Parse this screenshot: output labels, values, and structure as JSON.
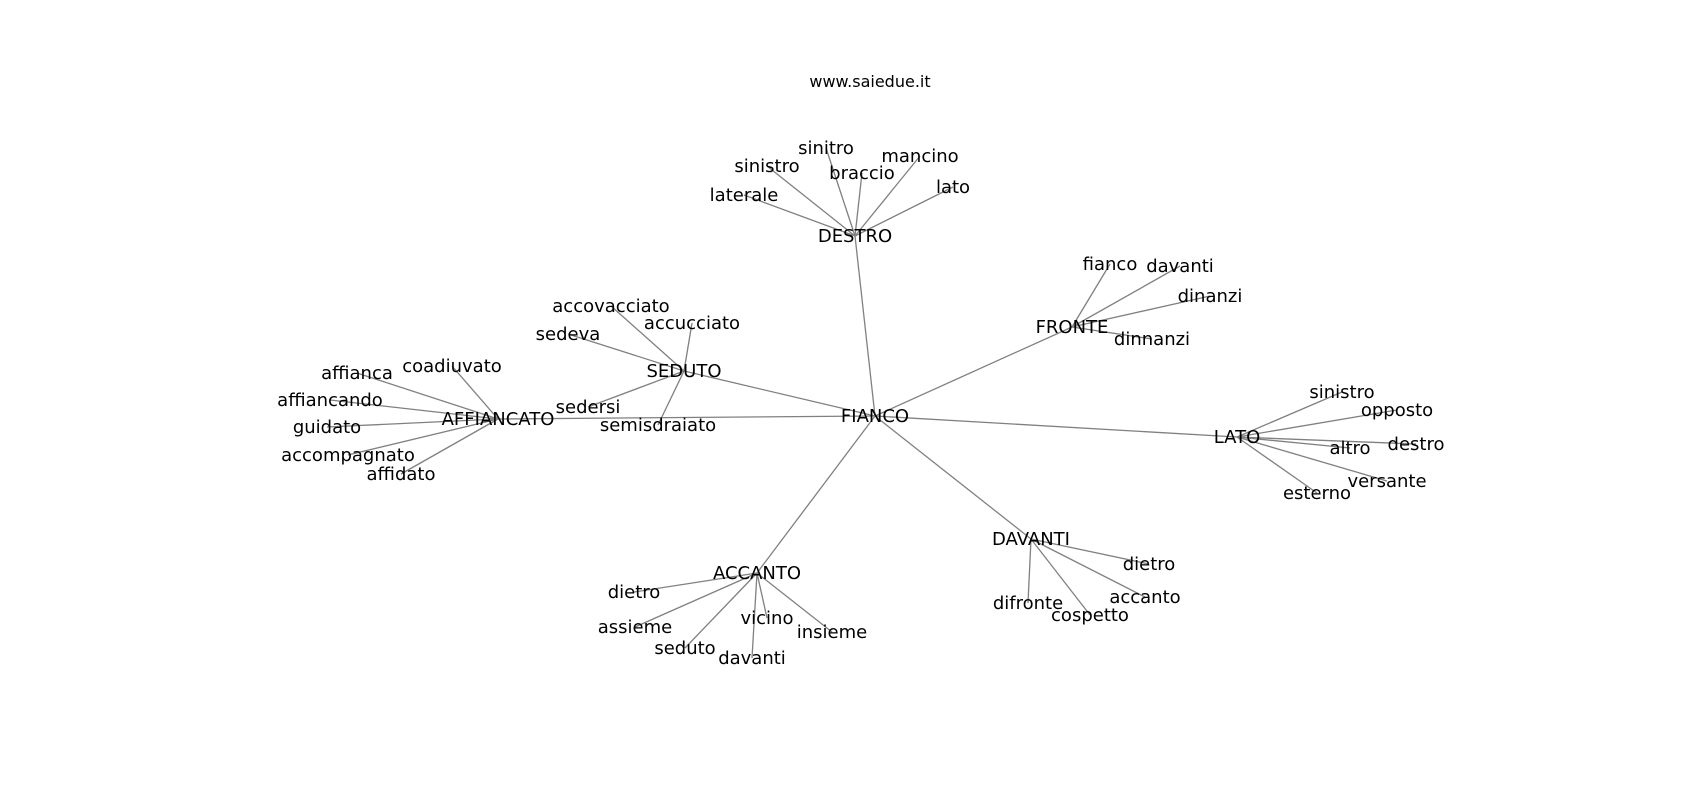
{
  "site": "www.saiedue.it",
  "colors": {
    "edge": "#808080",
    "text": "#000000",
    "background": "#ffffff"
  },
  "graph": {
    "nodes": [
      {
        "id": "FIANCO",
        "label": "FIANCO"
      },
      {
        "id": "DESTRO",
        "label": "DESTRO"
      },
      {
        "id": "FRONTE",
        "label": "FRONTE"
      },
      {
        "id": "SEDUTO",
        "label": "SEDUTO"
      },
      {
        "id": "AFFIANCATO",
        "label": "AFFIANCATO"
      },
      {
        "id": "LATO",
        "label": "LATO"
      },
      {
        "id": "DAVANTI",
        "label": "DAVANTI"
      },
      {
        "id": "ACCANTO",
        "label": "ACCANTO"
      },
      {
        "id": "destro_laterale",
        "label": "laterale"
      },
      {
        "id": "destro_sinistro",
        "label": "sinistro"
      },
      {
        "id": "destro_sinitro",
        "label": "sinitro"
      },
      {
        "id": "destro_braccio",
        "label": "braccio"
      },
      {
        "id": "destro_mancino",
        "label": "mancino"
      },
      {
        "id": "destro_lato",
        "label": "lato"
      },
      {
        "id": "fronte_fianco",
        "label": "fianco"
      },
      {
        "id": "fronte_davanti",
        "label": "davanti"
      },
      {
        "id": "fronte_dinanzi",
        "label": "dinanzi"
      },
      {
        "id": "fronte_dinnanzi",
        "label": "dinnanzi"
      },
      {
        "id": "seduto_accovacciato",
        "label": "accovacciato"
      },
      {
        "id": "seduto_accucciato",
        "label": "accucciato"
      },
      {
        "id": "seduto_sedeva",
        "label": "sedeva"
      },
      {
        "id": "seduto_sedersi",
        "label": "sedersi"
      },
      {
        "id": "seduto_semisdraiato",
        "label": "semisdraiato"
      },
      {
        "id": "aff_affianca",
        "label": "affianca"
      },
      {
        "id": "aff_coadiuvato",
        "label": "coadiuvato"
      },
      {
        "id": "aff_affiancando",
        "label": "affiancando"
      },
      {
        "id": "aff_guidato",
        "label": "guidato"
      },
      {
        "id": "aff_accompagnato",
        "label": "accompagnato"
      },
      {
        "id": "aff_affidato",
        "label": "affidato"
      },
      {
        "id": "lato_sinistro",
        "label": "sinistro"
      },
      {
        "id": "lato_opposto",
        "label": "opposto"
      },
      {
        "id": "lato_altro",
        "label": "altro"
      },
      {
        "id": "lato_destro",
        "label": "destro"
      },
      {
        "id": "lato_versante",
        "label": "versante"
      },
      {
        "id": "lato_esterno",
        "label": "esterno"
      },
      {
        "id": "davanti_dietro",
        "label": "dietro"
      },
      {
        "id": "davanti_accanto",
        "label": "accanto"
      },
      {
        "id": "davanti_difronte",
        "label": "difronte"
      },
      {
        "id": "davanti_cospetto",
        "label": "cospetto"
      },
      {
        "id": "accanto_dietro",
        "label": "dietro"
      },
      {
        "id": "accanto_assieme",
        "label": "assieme"
      },
      {
        "id": "accanto_seduto",
        "label": "seduto"
      },
      {
        "id": "accanto_davanti",
        "label": "davanti"
      },
      {
        "id": "accanto_vicino",
        "label": "vicino"
      },
      {
        "id": "accanto_insieme",
        "label": "insieme"
      }
    ],
    "edges": [
      [
        "FIANCO",
        "DESTRO"
      ],
      [
        "FIANCO",
        "FRONTE"
      ],
      [
        "FIANCO",
        "SEDUTO"
      ],
      [
        "FIANCO",
        "AFFIANCATO"
      ],
      [
        "FIANCO",
        "LATO"
      ],
      [
        "FIANCO",
        "DAVANTI"
      ],
      [
        "FIANCO",
        "ACCANTO"
      ],
      [
        "DESTRO",
        "destro_laterale"
      ],
      [
        "DESTRO",
        "destro_sinistro"
      ],
      [
        "DESTRO",
        "destro_sinitro"
      ],
      [
        "DESTRO",
        "destro_braccio"
      ],
      [
        "DESTRO",
        "destro_mancino"
      ],
      [
        "DESTRO",
        "destro_lato"
      ],
      [
        "FRONTE",
        "fronte_fianco"
      ],
      [
        "FRONTE",
        "fronte_davanti"
      ],
      [
        "FRONTE",
        "fronte_dinanzi"
      ],
      [
        "FRONTE",
        "fronte_dinnanzi"
      ],
      [
        "SEDUTO",
        "seduto_accovacciato"
      ],
      [
        "SEDUTO",
        "seduto_accucciato"
      ],
      [
        "SEDUTO",
        "seduto_sedeva"
      ],
      [
        "SEDUTO",
        "seduto_sedersi"
      ],
      [
        "SEDUTO",
        "seduto_semisdraiato"
      ],
      [
        "AFFIANCATO",
        "aff_affianca"
      ],
      [
        "AFFIANCATO",
        "aff_coadiuvato"
      ],
      [
        "AFFIANCATO",
        "aff_affiancando"
      ],
      [
        "AFFIANCATO",
        "aff_guidato"
      ],
      [
        "AFFIANCATO",
        "aff_accompagnato"
      ],
      [
        "AFFIANCATO",
        "aff_affidato"
      ],
      [
        "LATO",
        "lato_sinistro"
      ],
      [
        "LATO",
        "lato_opposto"
      ],
      [
        "LATO",
        "lato_altro"
      ],
      [
        "LATO",
        "lato_destro"
      ],
      [
        "LATO",
        "lato_versante"
      ],
      [
        "LATO",
        "lato_esterno"
      ],
      [
        "DAVANTI",
        "davanti_dietro"
      ],
      [
        "DAVANTI",
        "davanti_accanto"
      ],
      [
        "DAVANTI",
        "davanti_difronte"
      ],
      [
        "DAVANTI",
        "davanti_cospetto"
      ],
      [
        "ACCANTO",
        "accanto_dietro"
      ],
      [
        "ACCANTO",
        "accanto_assieme"
      ],
      [
        "ACCANTO",
        "accanto_seduto"
      ],
      [
        "ACCANTO",
        "accanto_davanti"
      ],
      [
        "ACCANTO",
        "accanto_vicino"
      ],
      [
        "ACCANTO",
        "accanto_insieme"
      ]
    ]
  }
}
